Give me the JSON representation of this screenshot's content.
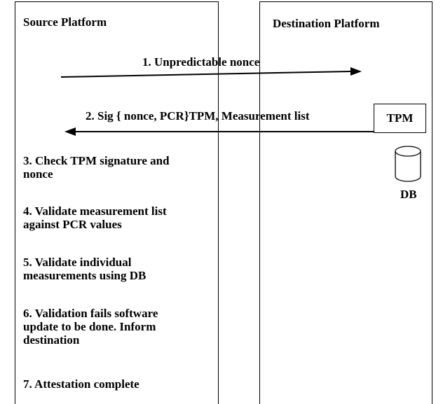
{
  "source": {
    "title": "Source Platform"
  },
  "destination": {
    "title": "Destination Platform"
  },
  "messages": [
    {
      "label": "1. Unpredictable nonce",
      "direction": "source-to-destination"
    },
    {
      "label": "2. Sig  { nonce, PCR}TPM, Measurement list",
      "direction": "destination-to-source"
    }
  ],
  "tpm": {
    "label": "TPM"
  },
  "db": {
    "label": "DB",
    "icon": "database-cylinder-icon"
  },
  "steps": [
    "3. Check TPM signature and nonce",
    "4. Validate measurement list against PCR values",
    "5. Validate individual measurements using DB",
    "6. Validation fails software update to be done. Inform destination",
    "7. Attestation complete"
  ]
}
